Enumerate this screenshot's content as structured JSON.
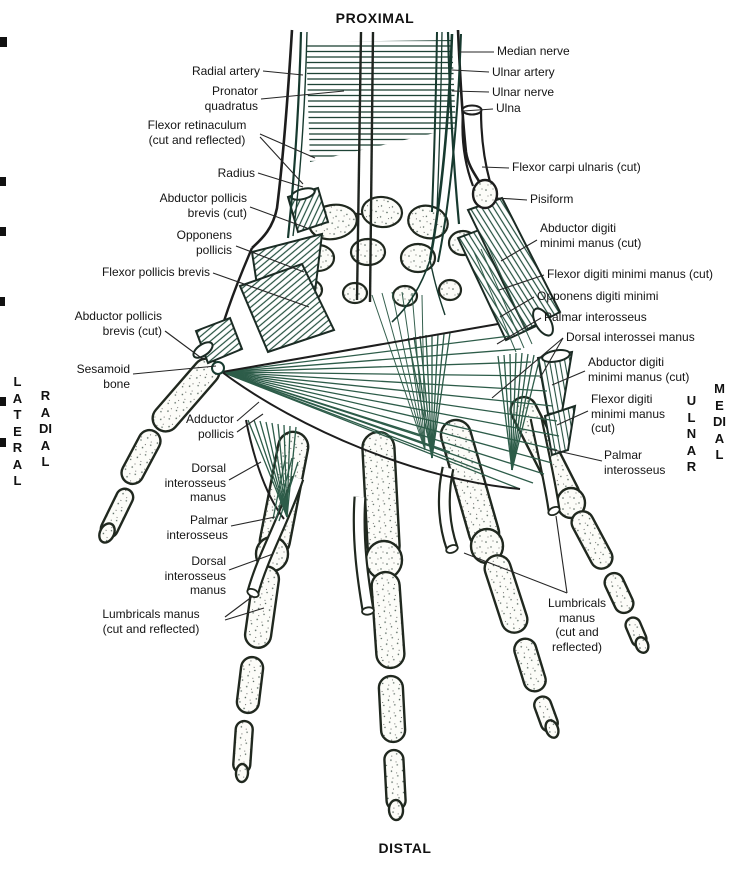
{
  "orientation": {
    "top": "PROXIMAL",
    "bottom": "DISTAL",
    "left_outer": "LATERAL",
    "left_inner": "RADIAL",
    "right_inner": "ULNAR",
    "right_outer": "MEDIAL"
  },
  "labels": {
    "left": [
      {
        "id": "radial-artery",
        "text": "Radial artery"
      },
      {
        "id": "pronator-quadratus",
        "text": "Pronator\nquadratus"
      },
      {
        "id": "flexor-retinaculum",
        "text": "Flexor retinaculum\n(cut and reflected)"
      },
      {
        "id": "radius",
        "text": "Radius"
      },
      {
        "id": "abductor-pollicis-brevis-1",
        "text": "Abductor pollicis\nbrevis (cut)"
      },
      {
        "id": "opponens-pollicis",
        "text": "Opponens\npollicis"
      },
      {
        "id": "flexor-pollicis-brevis",
        "text": "Flexor pollicis brevis"
      },
      {
        "id": "abductor-pollicis-brevis-2",
        "text": "Abductor pollicis\nbrevis (cut)"
      },
      {
        "id": "sesamoid-bone",
        "text": "Sesamoid\nbone"
      },
      {
        "id": "adductor-pollicis",
        "text": "Adductor\npollicis"
      },
      {
        "id": "dorsal-interosseus-manus-1",
        "text": "Dorsal\ninterosseus\nmanus"
      },
      {
        "id": "palmar-interosseus-left",
        "text": "Palmar\ninterosseus"
      },
      {
        "id": "dorsal-interosseus-manus-2",
        "text": "Dorsal\ninterosseus\nmanus"
      },
      {
        "id": "lumbricals-manus-left",
        "text": "Lumbricals manus\n(cut and reflected)"
      }
    ],
    "right": [
      {
        "id": "median-nerve",
        "text": "Median nerve"
      },
      {
        "id": "ulnar-artery",
        "text": "Ulnar artery"
      },
      {
        "id": "ulnar-nerve",
        "text": "Ulnar nerve"
      },
      {
        "id": "ulna",
        "text": "Ulna"
      },
      {
        "id": "flexor-carpi-ulnaris",
        "text": "Flexor carpi ulnaris (cut)"
      },
      {
        "id": "pisiform",
        "text": "Pisiform"
      },
      {
        "id": "abductor-digiti-minimi-1",
        "text": "Abductor digiti\nminimi manus (cut)"
      },
      {
        "id": "flexor-digiti-minimi-1",
        "text": "Flexor digiti minimi manus (cut)"
      },
      {
        "id": "opponens-digiti-minimi",
        "text": "Opponens digiti minimi"
      },
      {
        "id": "palmar-interosseus-right-1",
        "text": "Palmar interosseus"
      },
      {
        "id": "dorsal-interossei-manus",
        "text": "Dorsal interossei manus"
      },
      {
        "id": "abductor-digiti-minimi-2",
        "text": "Abductor digiti\nminimi manus (cut)"
      },
      {
        "id": "flexor-digiti-minimi-2",
        "text": "Flexor digiti\nminimi manus\n(cut)"
      },
      {
        "id": "palmar-interosseus-right-2",
        "text": "Palmar\ninterosseus"
      },
      {
        "id": "lumbricals-manus-right",
        "text": "Lumbricals\nmanus\n(cut and\nreflected)"
      }
    ]
  },
  "colors": {
    "background": "#ffffff",
    "ink": "#1a1a1a",
    "muscle_green": "#2d5c49",
    "bone_outline": "#20281f"
  }
}
